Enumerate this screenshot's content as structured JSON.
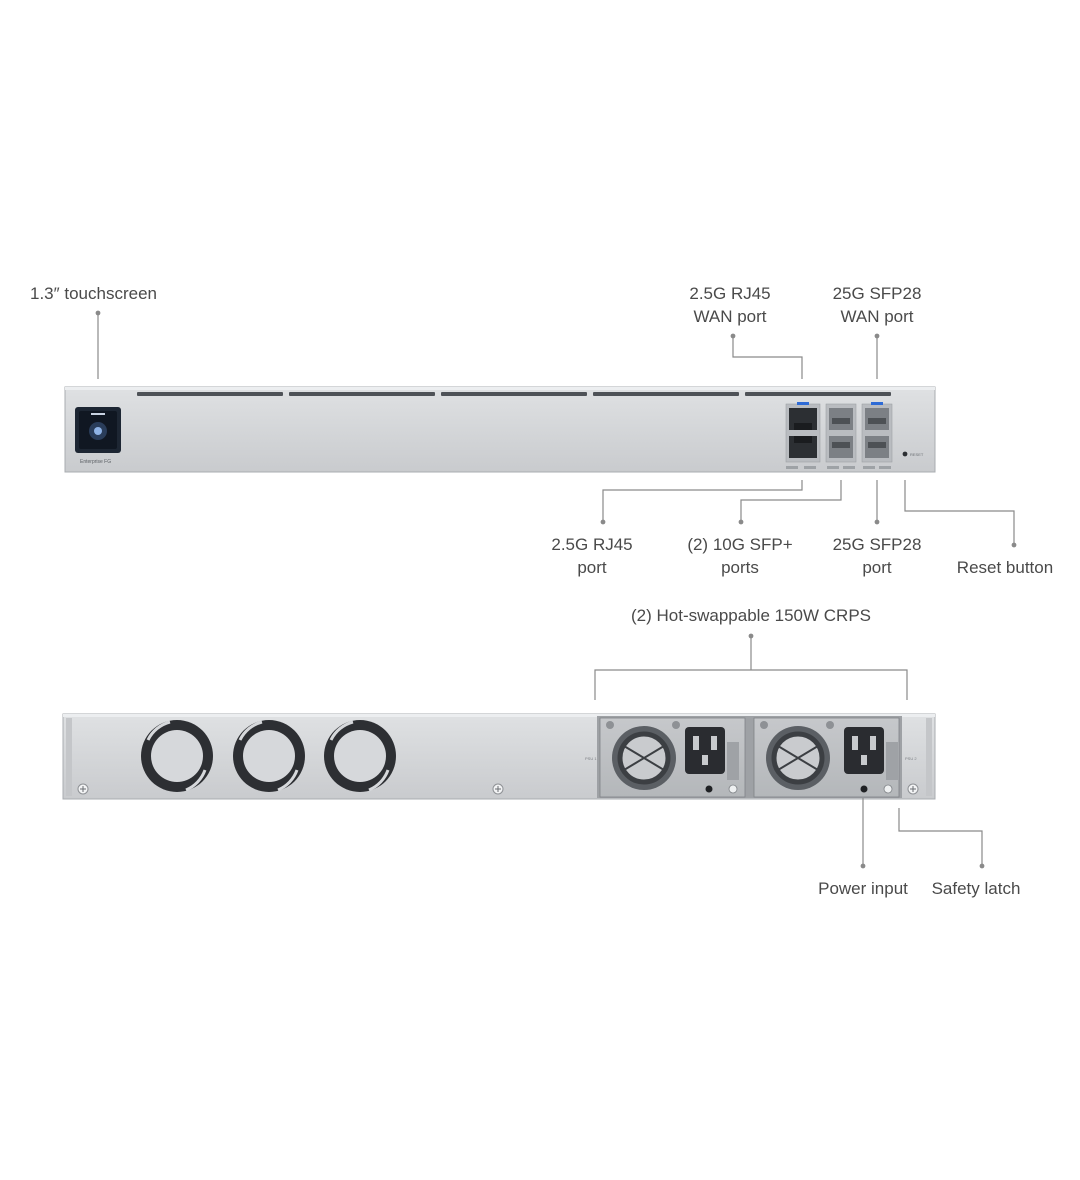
{
  "front": {
    "brand_text": "Enterprise FG",
    "reset_text": "RESET",
    "callouts": {
      "touchscreen": {
        "lines": [
          "1.3″ touchscreen"
        ]
      },
      "wan_rj45": {
        "lines": [
          "2.5G RJ45",
          "WAN port"
        ]
      },
      "wan_sfp28": {
        "lines": [
          "25G SFP28",
          "WAN port"
        ]
      },
      "rj45_port": {
        "lines": [
          "2.5G RJ45",
          "port"
        ]
      },
      "sfp_plus": {
        "lines": [
          "(2) 10G SFP+",
          "ports"
        ]
      },
      "sfp28_port": {
        "lines": [
          "25G SFP28",
          "port"
        ]
      },
      "reset": {
        "lines": [
          "Reset button"
        ]
      }
    }
  },
  "rear": {
    "psu1_tag": "PSU 1",
    "psu2_tag": "PSU 2",
    "callouts": {
      "crps": {
        "lines": [
          "(2) Hot-swappable 150W CRPS"
        ]
      },
      "power_input": {
        "lines": [
          "Power input"
        ]
      },
      "safety_latch": {
        "lines": [
          "Safety latch"
        ]
      }
    }
  },
  "colors": {
    "chassis": "#d3d5d8",
    "chassis_edge": "#a9acb0",
    "leader": "#8a8a8a",
    "text": "#4a4a4a",
    "screen": "#1d2633",
    "accent": "#2e6bd6"
  }
}
